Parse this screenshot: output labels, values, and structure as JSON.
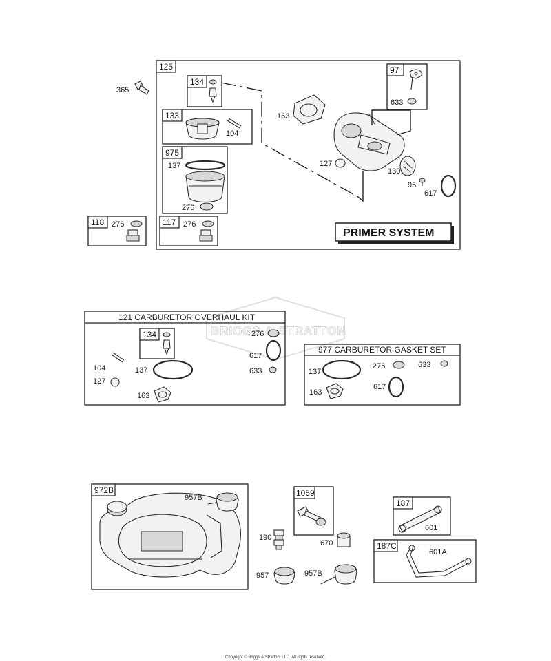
{
  "watermark": "BRIGGS & STRATTON",
  "copyright": "Copyright © Briggs & Stratton, LLC. All rights reserved.",
  "primer_group": {
    "tag": "125",
    "title": "PRIMER SYSTEM",
    "sub_134": {
      "tag": "134"
    },
    "sub_133": {
      "tag": "133",
      "part": "104"
    },
    "sub_975": {
      "tag": "975",
      "part_a": "137",
      "part_b": "276"
    },
    "sub_117": {
      "tag": "117",
      "part": "276"
    },
    "sub_97": {
      "tag": "97",
      "part": "633"
    },
    "labels": {
      "gasket": "163",
      "plug": "127",
      "plate": "130",
      "screw": "95",
      "oring": "617"
    }
  },
  "standalone": {
    "bolt": "365",
    "sub_118": {
      "tag": "118",
      "part": "276"
    }
  },
  "overhaul_kit": {
    "title": "121 CARBURETOR OVERHAUL KIT",
    "sub_134": {
      "tag": "134"
    },
    "labels": {
      "pin": "104",
      "plug": "127",
      "ring": "137",
      "gasket": "163",
      "washer": "276",
      "oring": "617",
      "nut": "633"
    }
  },
  "gasket_set": {
    "title": "977 CARBURETOR GASKET SET",
    "labels": {
      "ring": "137",
      "washer": "276",
      "nut": "633",
      "oring": "617",
      "gasket": "163"
    }
  },
  "tank_group": {
    "tag": "972B",
    "cap_label": "957B"
  },
  "loose_parts": {
    "fitting": "190",
    "cap": "957",
    "cap_b": "957B",
    "spacer": "670",
    "sub_1059": {
      "tag": "1059"
    },
    "sub_187": {
      "tag": "187",
      "part": "601"
    },
    "sub_187c": {
      "tag": "187C",
      "part": "601A"
    }
  }
}
